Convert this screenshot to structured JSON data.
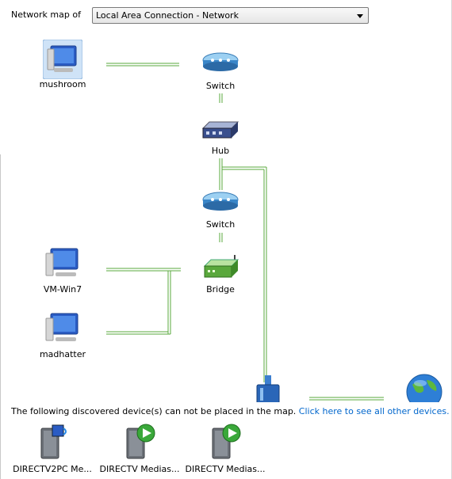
{
  "header": {
    "label": "Network map of",
    "selected_network": "Local Area Connection - Network"
  },
  "map": {
    "nodes": {
      "mushroom": {
        "label": "mushroom",
        "icon": "computer-icon"
      },
      "switch1": {
        "label": "Switch",
        "icon": "switch-icon"
      },
      "hub": {
        "label": "Hub",
        "icon": "hub-icon"
      },
      "switch2": {
        "label": "Switch",
        "icon": "switch-icon"
      },
      "bridge": {
        "label": "Bridge",
        "icon": "bridge-icon"
      },
      "vm_win7": {
        "label": "VM-Win7",
        "icon": "computer-icon"
      },
      "madhatter": {
        "label": "madhatter",
        "icon": "computer-icon"
      }
    },
    "partial_icons": [
      "gateway-icon",
      "internet-globe-icon"
    ]
  },
  "discovered": {
    "text": "The following discovered device(s) can not be placed in the map.",
    "link": "Click here to see all other devices.",
    "devices": [
      {
        "label": "DIRECTV2PC Me...",
        "icon": "media-device-icon"
      },
      {
        "label": "DIRECTV Medias...",
        "icon": "media-device-play-icon"
      },
      {
        "label": "DIRECTV Medias...",
        "icon": "media-device-play-icon"
      }
    ]
  },
  "colors": {
    "link": "#0066cc",
    "connection": "#5aa83c",
    "accent": "#3d7cd8"
  }
}
